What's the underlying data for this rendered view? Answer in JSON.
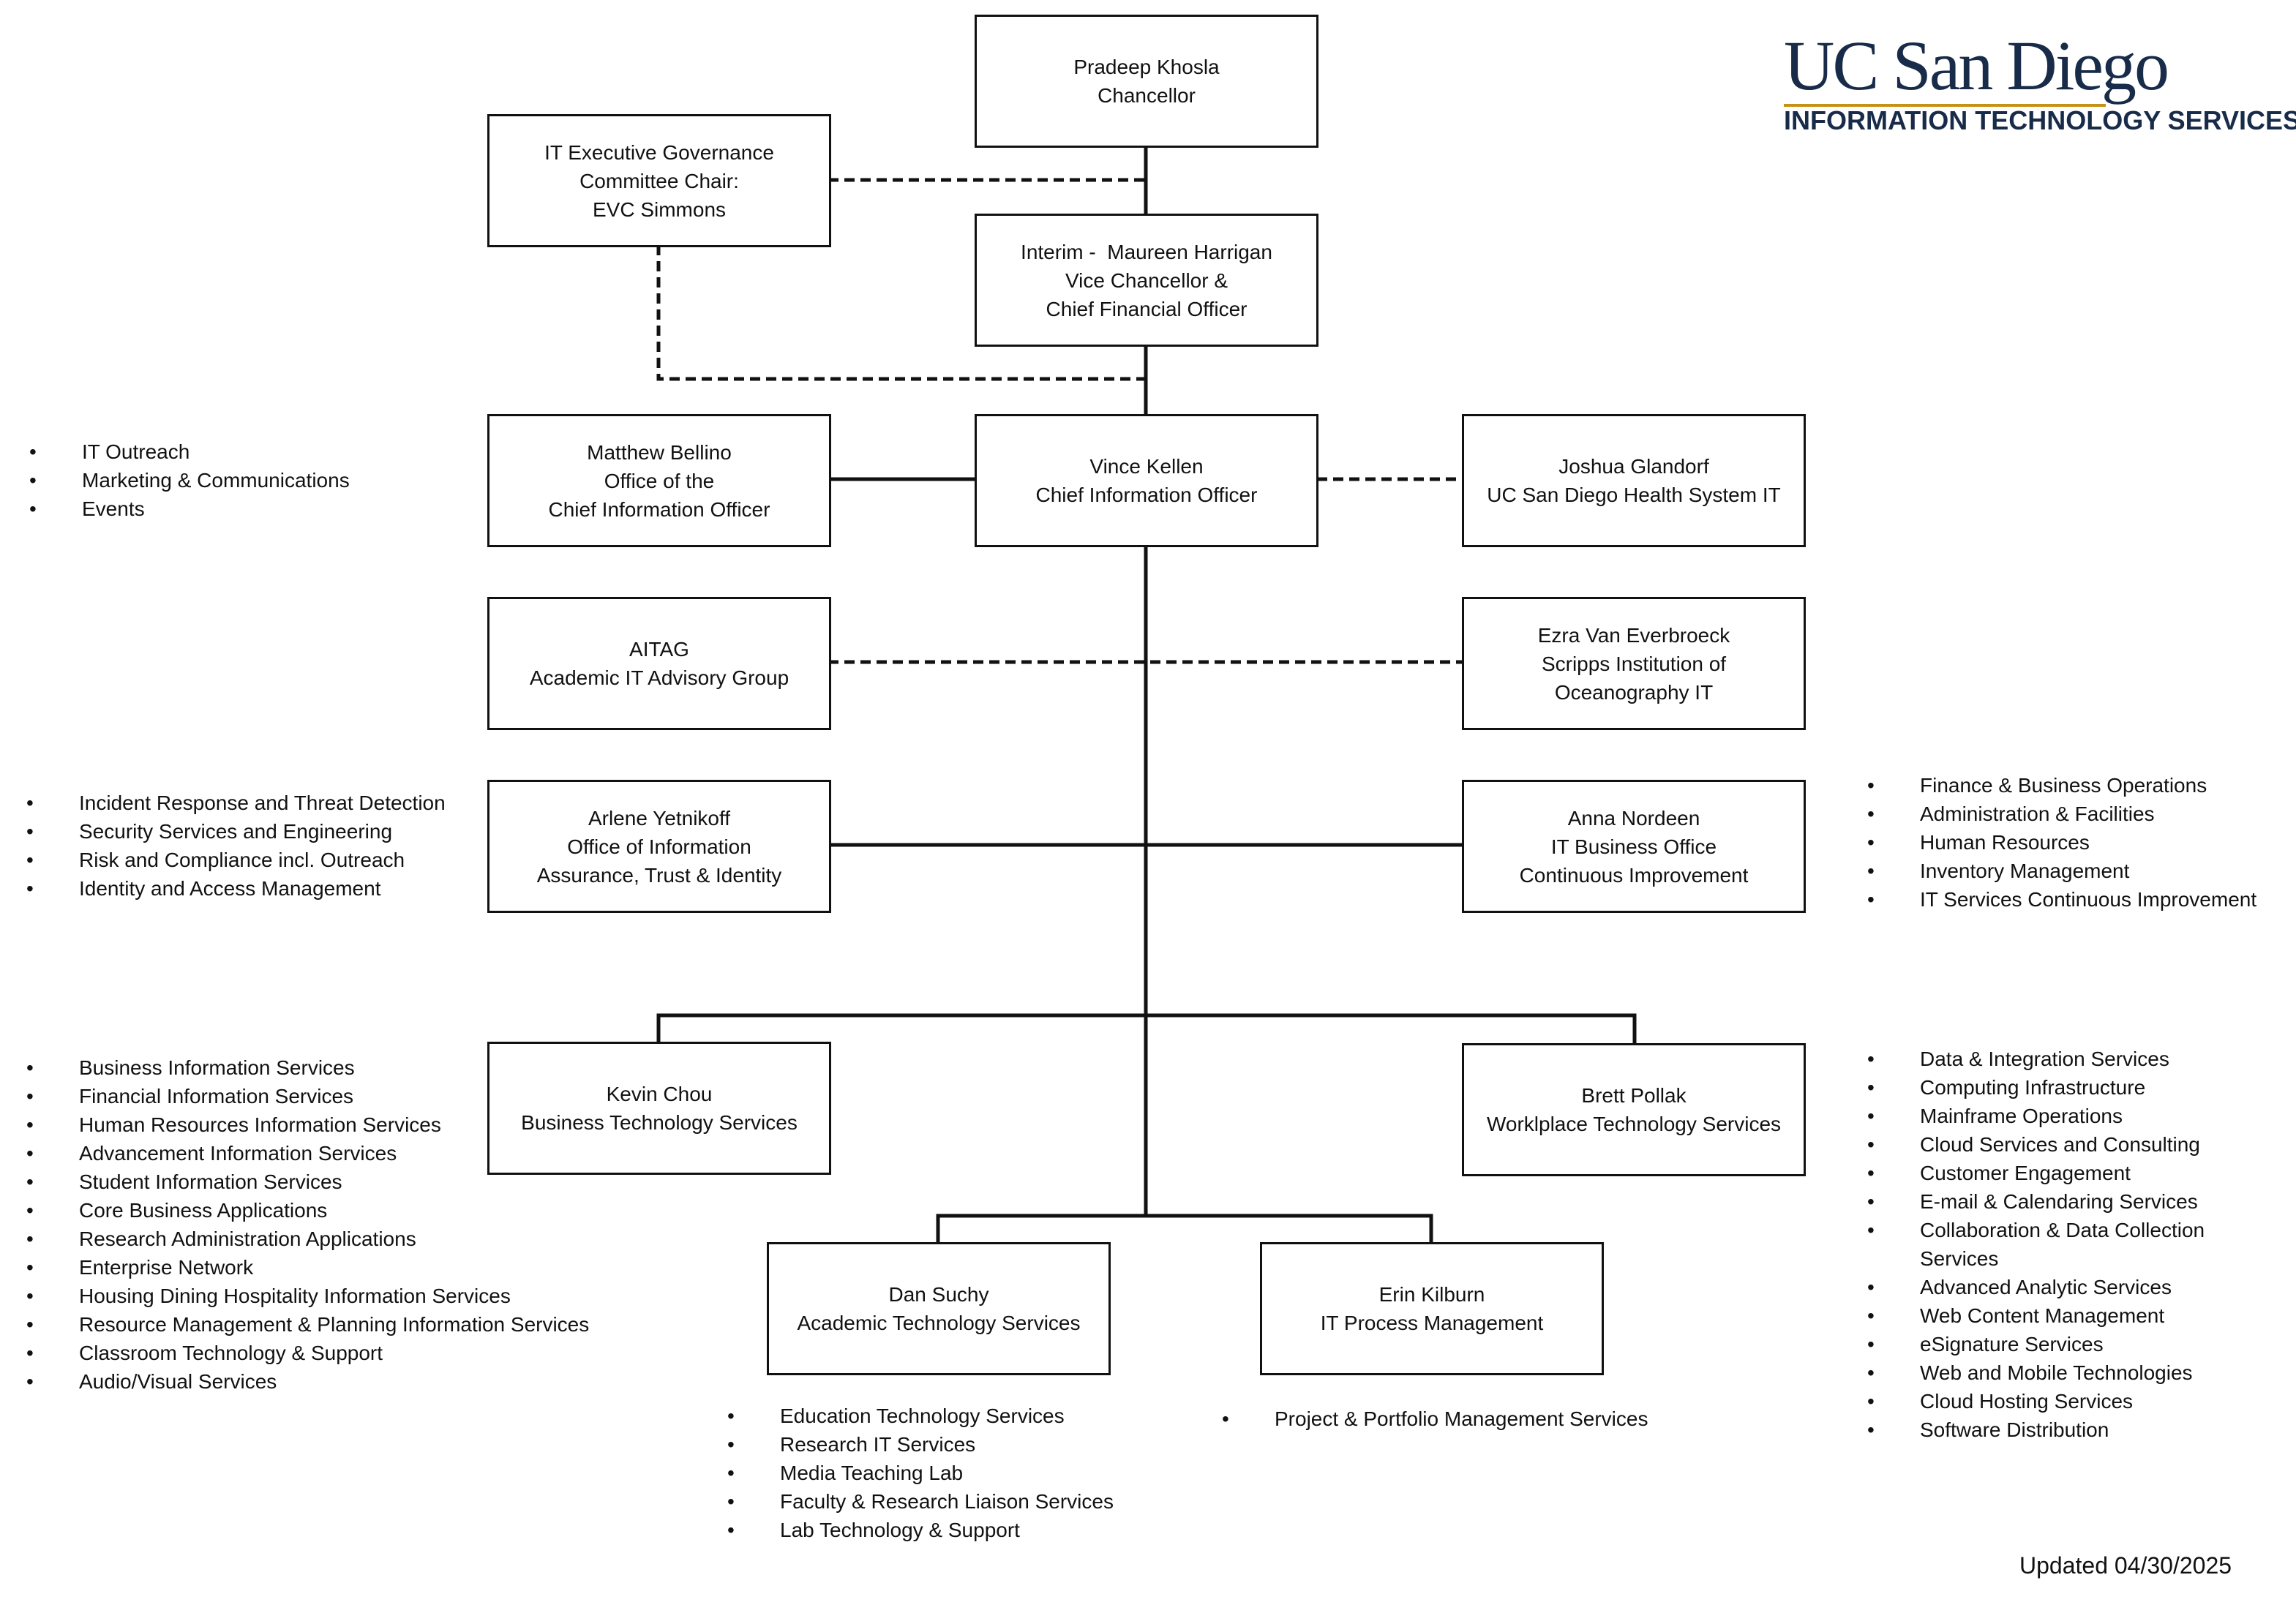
{
  "logo": {
    "wordmark": "UC San Diego",
    "department": "INFORMATION TECHNOLOGY SERVICES",
    "colors": {
      "navy": "#182b49",
      "gold": "#c69214"
    }
  },
  "updated": "Updated 04/30/2025",
  "boxes": {
    "chancellor": [
      "Pradeep Khosla",
      "Chancellor"
    ],
    "governance": [
      "IT Executive Governance",
      "Committee Chair:",
      "EVC Simmons"
    ],
    "vc_cfo": [
      "Interim -  Maureen Harrigan",
      "Vice Chancellor &",
      "Chief Financial Officer"
    ],
    "ocio": [
      "Matthew Bellino",
      "Office of the",
      "Chief Information Officer"
    ],
    "cio": [
      "Vince Kellen",
      "Chief Information Officer"
    ],
    "health": [
      "Joshua Glandorf",
      "UC San Diego Health System IT"
    ],
    "aitag": [
      "AITAG",
      "Academic IT Advisory Group"
    ],
    "scripps": [
      "Ezra Van Everbroeck",
      "Scripps Institution of",
      "Oceanography IT"
    ],
    "security": [
      "Arlene Yetnikoff",
      "Office of Information",
      "Assurance, Trust & Identity"
    ],
    "business_office": [
      "Anna Nordeen",
      "IT Business Office",
      "Continuous Improvement"
    ],
    "bts": [
      "Kevin Chou",
      "Business Technology Services"
    ],
    "wts": [
      "Brett Pollak",
      "Worklplace Technology Services"
    ],
    "ats": [
      "Dan Suchy",
      "Academic Technology Services"
    ],
    "process": [
      "Erin Kilburn",
      "IT Process Management"
    ]
  },
  "lists": {
    "ocio": [
      "IT Outreach",
      "Marketing & Communications",
      "Events"
    ],
    "security": [
      "Incident Response and Threat Detection",
      "Security Services and Engineering",
      "Risk and Compliance incl. Outreach",
      "Identity and Access Management"
    ],
    "business_office": [
      "Finance & Business Operations",
      "Administration & Facilities",
      "Human Resources",
      "Inventory Management",
      "IT Services Continuous Improvement"
    ],
    "bts": [
      "Business Information Services",
      "Financial Information Services",
      "Human Resources Information  Services",
      "Advancement Information Services",
      "Student Information Services",
      "Core Business Applications",
      "Research Administration Applications",
      "Enterprise Network",
      "Housing Dining Hospitality  Information Services",
      "Resource Management & Planning  Information Services",
      "Classroom Technology & Support",
      "Audio/Visual Services"
    ],
    "wts": [
      "Data & Integration Services",
      "Computing Infrastructure",
      "Mainframe Operations",
      "Cloud Services and Consulting",
      "Customer Engagement",
      "E-mail & Calendaring Services",
      "Collaboration & Data Collection Services",
      "Advanced Analytic Services",
      "Web Content Management",
      "eSignature Services",
      "Web and Mobile Technologies",
      "Cloud Hosting Services",
      "Software Distribution"
    ],
    "ats": [
      "Education Technology Services",
      "Research IT Services",
      "Media Teaching Lab",
      "Faculty & Research Liaison Services",
      "Lab Technology & Support"
    ],
    "process": [
      "Project & Portfolio Management Services"
    ]
  }
}
